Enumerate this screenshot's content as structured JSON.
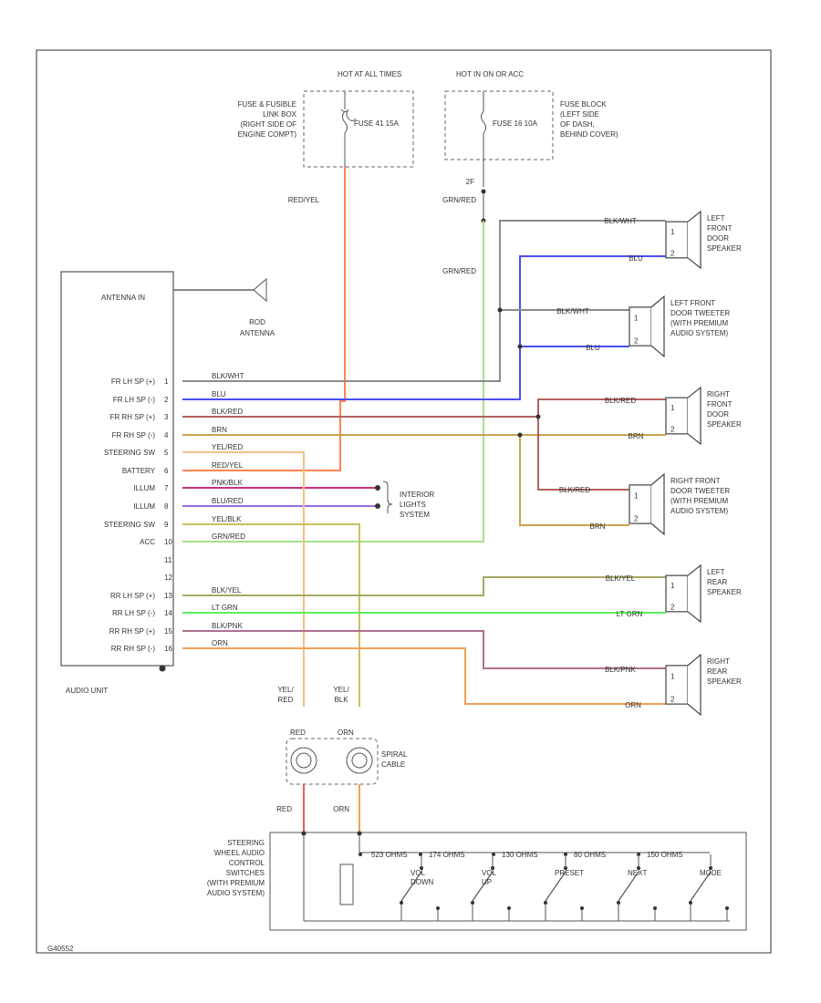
{
  "fuse_boxes": {
    "left": {
      "hot_label": "HOT AT ALL TIMES",
      "fuse": "FUSE 41 15A",
      "location": [
        "FUSE & FUSIBLE",
        "LINK BOX",
        "(RIGHT SIDE OF",
        "ENGINE COMPT)"
      ]
    },
    "right": {
      "hot_label": "HOT IN ON OR ACC",
      "fuse": "FUSE 16 10A",
      "location": [
        "FUSE BLOCK",
        "(LEFT SIDE",
        "OF DASH,",
        "BEHIND COVER)"
      ],
      "pin": "2F"
    }
  },
  "audio_unit": {
    "name": "AUDIO UNIT",
    "antenna_pin": "ANTENNA IN",
    "antenna_name": [
      "ROD",
      "ANTENNA"
    ],
    "pins": [
      {
        "label": "FR LH SP (+)",
        "num": "1",
        "wire": "BLK/WHT"
      },
      {
        "label": "FR LH SP (-)",
        "num": "2",
        "wire": "BLU"
      },
      {
        "label": "FR RH SP (+)",
        "num": "3",
        "wire": "BLK/RED"
      },
      {
        "label": "FR RH SP (-)",
        "num": "4",
        "wire": "BRN"
      },
      {
        "label": "STEERING SW",
        "num": "5",
        "wire": "YEL/RED"
      },
      {
        "label": "BATTERY",
        "num": "6",
        "wire": "RED/YEL"
      },
      {
        "label": "ILLUM",
        "num": "7",
        "wire": "PNK/BLK"
      },
      {
        "label": "ILLUM",
        "num": "8",
        "wire": "BLU/RED"
      },
      {
        "label": "STEERING SW",
        "num": "9",
        "wire": "YEL/BLK"
      },
      {
        "label": "ACC",
        "num": "10",
        "wire": "GRN/RED"
      },
      {
        "label": "",
        "num": "11",
        "wire": ""
      },
      {
        "label": "",
        "num": "12",
        "wire": ""
      },
      {
        "label": "RR LH SP (+)",
        "num": "13",
        "wire": "BLK/YEL"
      },
      {
        "label": "RR LH SP (-)",
        "num": "14",
        "wire": "LT GRN"
      },
      {
        "label": "RR RH SP (+)",
        "num": "15",
        "wire": "BLK/PNK"
      },
      {
        "label": "RR RH SP (-)",
        "num": "16",
        "wire": "ORN"
      }
    ]
  },
  "wires": {
    "battery_feed": "RED/YEL",
    "acc_feed": "GRN/RED",
    "acc_feed_2": "GRN/RED",
    "lf_top": "BLK/WHT",
    "lf_bottom": "BLU",
    "lft_top": "BLK/WHT",
    "lft_bottom": "BLU",
    "rf_top": "BLK/RED",
    "rf_bottom": "BRN",
    "rft_top": "BLK/RED",
    "rft_bottom": "BRN",
    "lr_top": "BLK/YEL",
    "lr_bottom": "LT GRN",
    "rr_top": "BLK/PNK",
    "rr_bottom": "ORN",
    "sw_left": [
      "YEL/",
      "RED"
    ],
    "sw_right": [
      "YEL/",
      "BLK"
    ],
    "spiral_left": "RED",
    "spiral_right": "ORN",
    "lower_left": "RED",
    "lower_right": "ORN"
  },
  "interior_lights": [
    "INTERIOR",
    "LIGHTS",
    "SYSTEM"
  ],
  "speakers": [
    {
      "name": [
        "LEFT",
        "FRONT",
        "DOOR",
        "SPEAKER"
      ],
      "pins": [
        "1",
        "2"
      ]
    },
    {
      "name": [
        "LEFT FRONT",
        "DOOR TWEETER",
        "(WITH PREMIUM",
        "AUDIO SYSTEM)"
      ],
      "pins": [
        "1",
        "2"
      ]
    },
    {
      "name": [
        "RIGHT",
        "FRONT",
        "DOOR",
        "SPEAKER"
      ],
      "pins": [
        "1",
        "2"
      ]
    },
    {
      "name": [
        "RIGHT FRONT",
        "DOOR TWEETER",
        "(WITH PREMIUM",
        "AUDIO SYSTEM)"
      ],
      "pins": [
        "1",
        "2"
      ]
    },
    {
      "name": [
        "LEFT",
        "REAR",
        "SPEAKER"
      ],
      "pins": [
        "1",
        "2"
      ]
    },
    {
      "name": [
        "RIGHT",
        "REAR",
        "SPEAKER"
      ],
      "pins": [
        "1",
        "2"
      ]
    }
  ],
  "spiral_cable": [
    "SPIRAL",
    "CABLE"
  ],
  "steering_switch": {
    "name": [
      "STEERING",
      "WHEEL AUDIO",
      "CONTROL",
      "SWITCHES",
      "(WITH PREMIUM",
      "AUDIO SYSTEM)"
    ],
    "resistors": [
      "523 OHMS",
      "174 OHMS",
      "130 OHMS",
      "80 OHMS",
      "150 OHMS"
    ],
    "switches": [
      "VOL DOWN",
      "VOL UP",
      "PRESET",
      "NEXT",
      "MODE"
    ]
  },
  "footer_code": "G40552",
  "colors": {
    "red_yel": "#ff8552",
    "grn_red": "#a8e08a",
    "blk_wht": "#8c8c8c",
    "blu": "#4a4ef2",
    "blk_red": "#b5605f",
    "brn": "#c9a34f",
    "yel_red": "#f5c08a",
    "pnk_blk": "#c2307b",
    "blu_red": "#9b6be0",
    "yel_blk": "#c8c060",
    "blk_yel": "#a8a865",
    "lt_grn": "#5cf05c",
    "blk_pnk": "#b07090",
    "orn": "#f5a055",
    "red": "#f25a5a"
  }
}
